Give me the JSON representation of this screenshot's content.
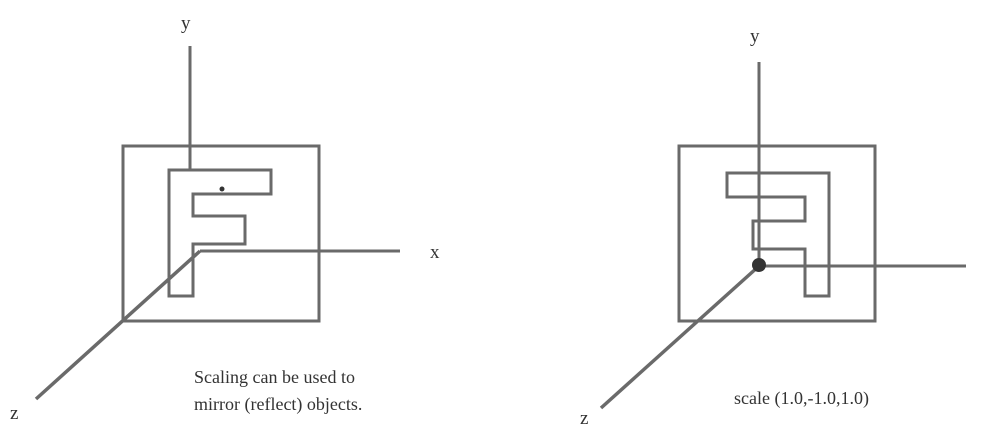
{
  "diagrams": [
    {
      "axis_labels": {
        "x": "x",
        "y": "y",
        "z": "z"
      },
      "caption_lines": [
        "Scaling can be used to",
        "mirror (reflect) objects."
      ]
    },
    {
      "axis_labels": {
        "x": "",
        "y": "y",
        "z": "z"
      },
      "caption_lines": [
        "scale (1.0,-1.0,1.0)"
      ]
    }
  ],
  "colors": {
    "line": "#6a6a6a",
    "text": "#333333",
    "origin_dot": "#333333"
  }
}
